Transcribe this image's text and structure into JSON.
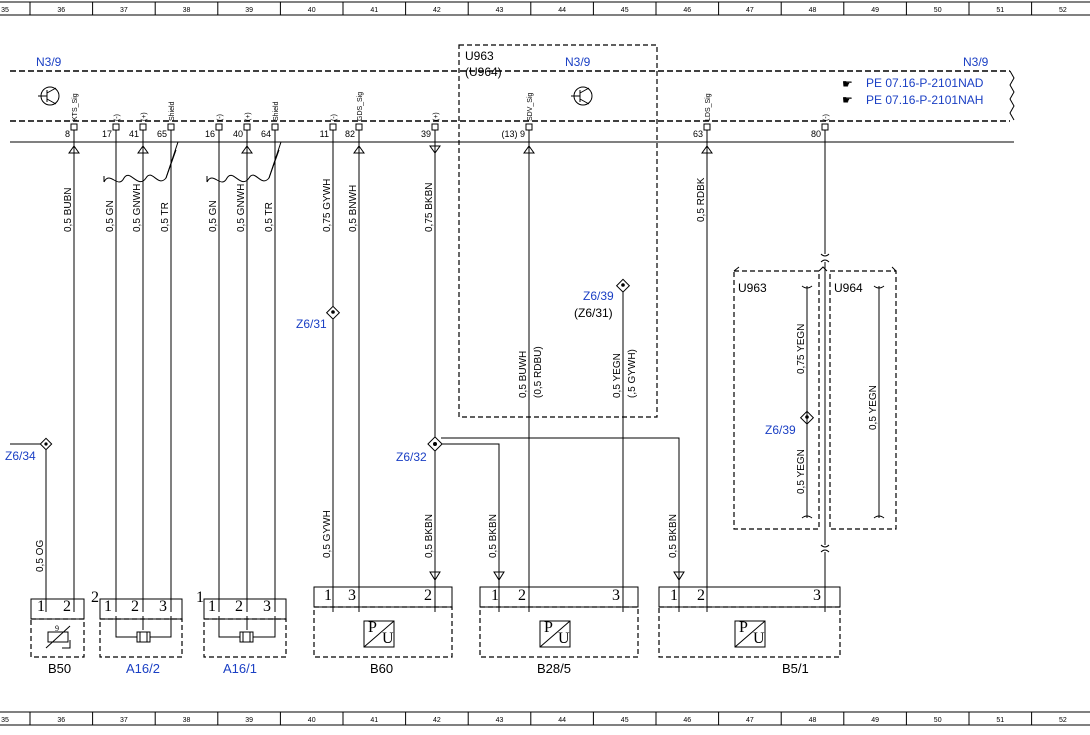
{
  "grid": {
    "columns": [
      "35",
      "36",
      "37",
      "38",
      "39",
      "40",
      "41",
      "42",
      "43",
      "44",
      "45",
      "46",
      "47",
      "48",
      "49",
      "50",
      "51",
      "52"
    ]
  },
  "control_unit": {
    "name_left": "N3/9",
    "name_right": "N3/9",
    "name_center": "N3/9",
    "refs": [
      "PE 07.16-P-2101NAD",
      "PE 07.16-P-2101NAH"
    ],
    "variant_box_top": "U963",
    "variant_box_bottom": "(U964)"
  },
  "pins": [
    {
      "num": "8",
      "sig": "KTS_Sig"
    },
    {
      "num": "17",
      "sig": "(-)"
    },
    {
      "num": "41",
      "sig": "(+)"
    },
    {
      "num": "65",
      "sig": "Shield"
    },
    {
      "num": "16",
      "sig": "(-)"
    },
    {
      "num": "40",
      "sig": "(+)"
    },
    {
      "num": "64",
      "sig": "Shield"
    },
    {
      "num": "11",
      "sig": "(-)"
    },
    {
      "num": "82",
      "sig": "GDS_Sig"
    },
    {
      "num": "39",
      "sig": "(+)"
    },
    {
      "num": "(13) 9",
      "sig": "SDV_Sig"
    },
    {
      "num": "63",
      "sig": "LDS_Sig"
    },
    {
      "num": "80",
      "sig": "(-)"
    }
  ],
  "wires": [
    {
      "label": "0,5 BUBN"
    },
    {
      "label": "0,5 GN"
    },
    {
      "label": "0,5 GNWH"
    },
    {
      "label": "0,5 TR"
    },
    {
      "label": "0,5 GN"
    },
    {
      "label": "0,5 GNWH"
    },
    {
      "label": "0,5 TR"
    },
    {
      "label": "0,75 GYWH"
    },
    {
      "label": "0,5 BNWH"
    },
    {
      "label": "0,75 BKBN"
    },
    {
      "label": "0,5 RDBK"
    },
    {
      "label": "0,5 BUWH"
    },
    {
      "label": "(0,5 RDBU)"
    },
    {
      "label": "0,5 YEGN"
    },
    {
      "label": "(,5 GYWH)"
    },
    {
      "label": "0,75 YEGN"
    },
    {
      "label": "0,5 YEGN"
    },
    {
      "label": "0,5 YEGN"
    },
    {
      "label": "0,5 OG"
    },
    {
      "label": "0,5 GYWH"
    },
    {
      "label": "0,5 BKBN"
    },
    {
      "label": "0,5 BKBN"
    },
    {
      "label": "0,5 BKBN"
    }
  ],
  "splices": {
    "z6_34": "Z6/34",
    "z6_31": "Z6/31",
    "z6_32": "Z6/32",
    "z6_39_a": "Z6/39",
    "z6_39_a_alt": "(Z6/31)",
    "z6_39_b": "Z6/39"
  },
  "variant_boxes": {
    "left": "U963",
    "right": "U964"
  },
  "components": [
    {
      "name": "B50",
      "color": "#000000",
      "pins": [
        "1",
        "2"
      ],
      "inner": "9"
    },
    {
      "name": "A16/2",
      "color": "#1a3fc4",
      "pins": [
        "1",
        "2",
        "3"
      ],
      "prefix": "2"
    },
    {
      "name": "A16/1",
      "color": "#1a3fc4",
      "pins": [
        "1",
        "2",
        "3"
      ],
      "prefix": "1"
    },
    {
      "name": "B60",
      "color": "#000000",
      "pins": [
        "1",
        "3",
        "2"
      ]
    },
    {
      "name": "B28/5",
      "color": "#000000",
      "pins": [
        "1",
        "2",
        "3"
      ]
    },
    {
      "name": "B5/1",
      "color": "#000000",
      "pins": [
        "1",
        "2",
        "3"
      ]
    }
  ],
  "pu_label": {
    "p": "P",
    "u": "U"
  }
}
